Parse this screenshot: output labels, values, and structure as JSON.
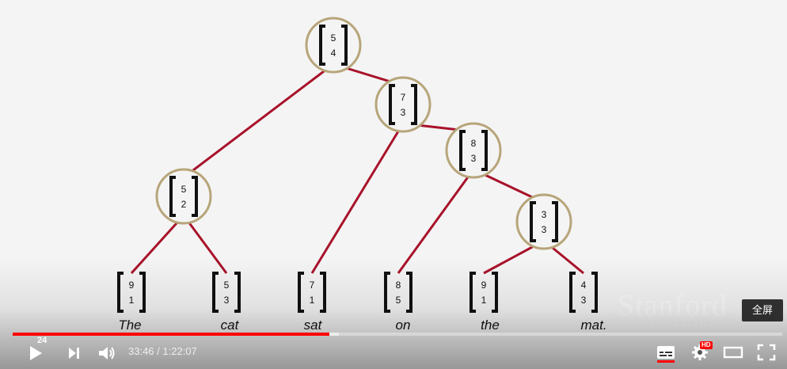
{
  "video": {
    "tree_nodes": [
      {
        "id": "n1",
        "top": "5",
        "bottom": "4",
        "circled": true
      },
      {
        "id": "n2",
        "top": "7",
        "bottom": "3",
        "circled": true
      },
      {
        "id": "n3",
        "top": "8",
        "bottom": "3",
        "circled": true
      },
      {
        "id": "n4",
        "top": "5",
        "bottom": "2",
        "circled": true
      },
      {
        "id": "n5",
        "top": "3",
        "bottom": "3",
        "circled": true
      },
      {
        "id": "l1",
        "top": "9",
        "bottom": "1",
        "circled": false
      },
      {
        "id": "l2",
        "top": "5",
        "bottom": "3",
        "circled": false
      },
      {
        "id": "l3",
        "top": "7",
        "bottom": "1",
        "circled": false
      },
      {
        "id": "l4",
        "top": "8",
        "bottom": "5",
        "circled": false
      },
      {
        "id": "l5",
        "top": "9",
        "bottom": "1",
        "circled": false
      },
      {
        "id": "l6",
        "top": "4",
        "bottom": "3",
        "circled": false
      }
    ],
    "words": [
      "The",
      "cat",
      "sat",
      "on",
      "the",
      "mat."
    ],
    "watermark_text": "Stanford",
    "watermark_sub": "University",
    "colors": {
      "edge": "#a8122a",
      "circle": "#b7a57a",
      "bracket": "#111111",
      "word": "#111111"
    }
  },
  "tooltip": {
    "label": "全屏"
  },
  "progress": {
    "played_fraction": 0.4116,
    "buffered_fraction": 0.4239
  },
  "controls": {
    "play_icon": "play-icon",
    "next_icon": "next-icon",
    "volume_icon": "volume-icon",
    "speed_badge": "24",
    "current_time": "33:46",
    "separator": " / ",
    "duration": "1:22:07",
    "subtitles_icon": "subtitles-icon",
    "settings_icon": "gear-icon",
    "hd_badge": "HD",
    "theater_icon": "theater-icon",
    "fullscreen_icon": "fullscreen-icon"
  }
}
